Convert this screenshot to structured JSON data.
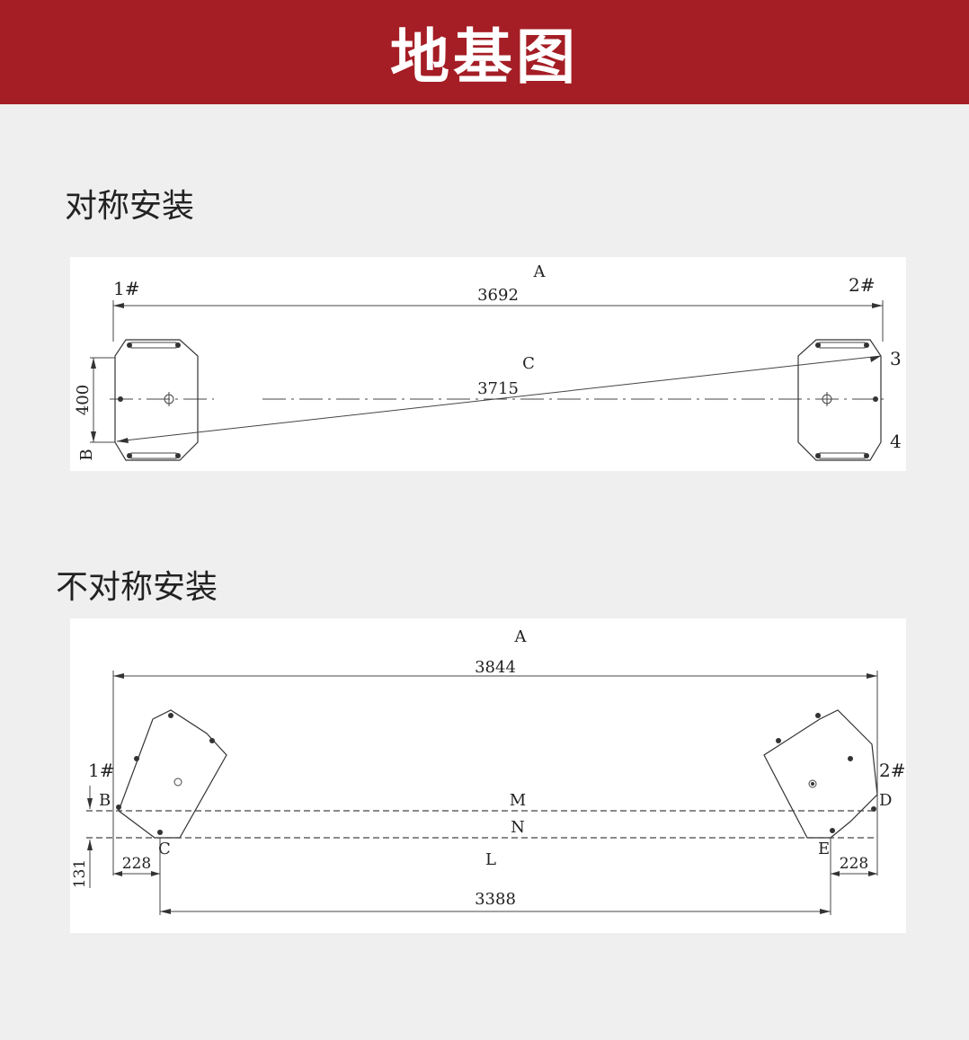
{
  "header": {
    "title": "地基图",
    "bg_color": "#a51e25"
  },
  "sections": [
    {
      "title": "对称安装",
      "labels": {
        "A": "A",
        "dim_a": "3692",
        "post1": "1#",
        "post2": "2#",
        "C": "C",
        "dim_c": "3715",
        "dim_b": "400",
        "B": "B",
        "p3": "3",
        "p4": "4"
      }
    },
    {
      "title": "不对称安装",
      "labels": {
        "A": "A",
        "dim_a": "3844",
        "post1": "1#",
        "post2": "2#",
        "B": "B",
        "C": "C",
        "D": "D",
        "E": "E",
        "M": "M",
        "N": "N",
        "L": "L",
        "dim_left": "228",
        "dim_right": "228",
        "dim_131": "131",
        "dim_l": "3388"
      }
    }
  ]
}
